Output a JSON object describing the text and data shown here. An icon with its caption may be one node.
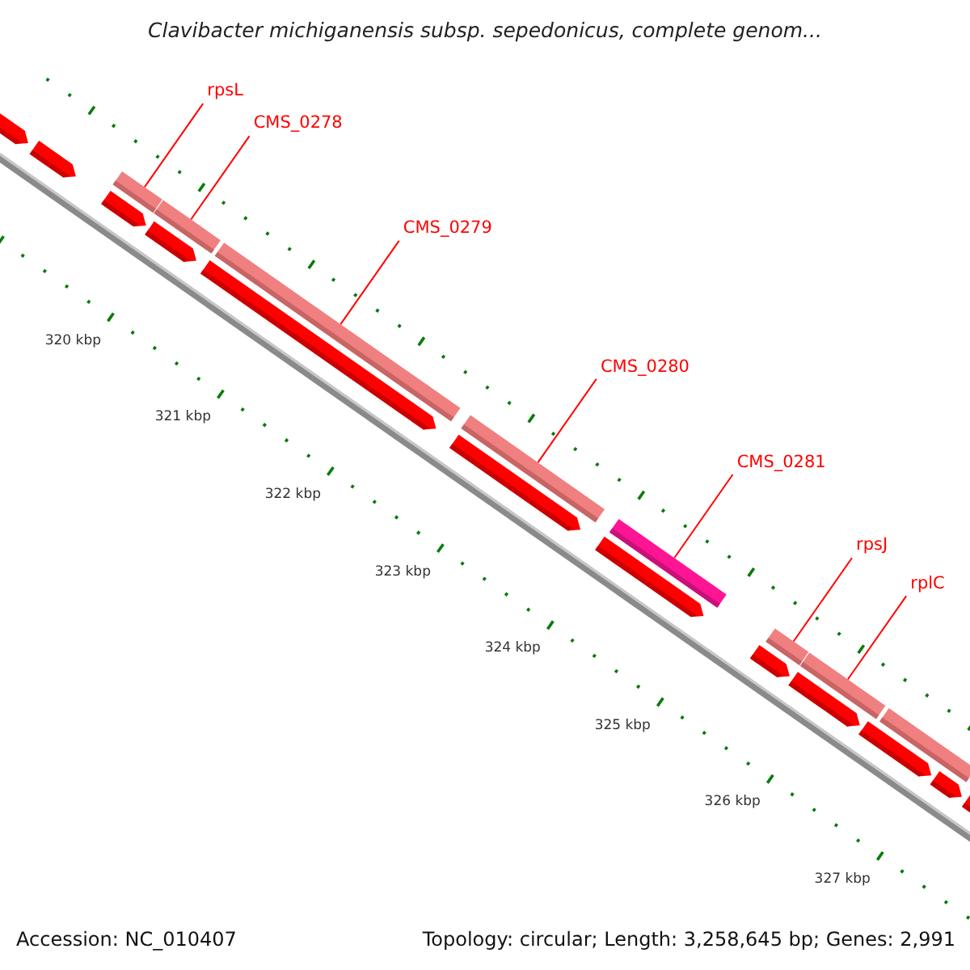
{
  "diagram": {
    "title": "Clavibacter michiganensis subsp. sepedonicus, complete genom...",
    "nodes": [
      {
        "text": [
          "rpsL"
        ]
      },
      {
        "text": [
          "CMS_0278"
        ]
      },
      {
        "text": [
          "CMS_0279"
        ]
      },
      {
        "text": [
          "CMS_0280"
        ]
      },
      {
        "text": [
          "CMS_0281"
        ]
      },
      {
        "text": [
          "rpsJ"
        ]
      },
      {
        "text": [
          "rplC"
        ]
      },
      {
        "text": [],
        "shape": "bar"
      },
      {
        "text": [],
        "shape": "bar"
      },
      {
        "text": [],
        "shape": "bar"
      },
      {
        "text": [],
        "shape": "bar"
      },
      {
        "text": [],
        "shape": "bar"
      },
      {
        "text": [],
        "shape": "bar"
      },
      {
        "text": [],
        "shape": "bar"
      },
      {
        "text": [],
        "shape": "bar"
      },
      {
        "text": [],
        "shape": "pentagon"
      },
      {
        "text": [],
        "shape": "pentagon"
      },
      {
        "text": [],
        "shape": "pentagon"
      },
      {
        "text": [],
        "shape": "pentagon"
      },
      {
        "text": [],
        "shape": "pentagon"
      },
      {
        "text": [],
        "shape": "pentagon"
      },
      {
        "text": [],
        "shape": "pentagon"
      },
      {
        "text": [],
        "shape": "pentagon"
      },
      {
        "text": [],
        "shape": "pentagon"
      },
      {
        "text": [],
        "shape": "pentagon"
      },
      {
        "text": [],
        "shape": "pentagon"
      },
      {
        "text": [],
        "shape": "pentagon"
      }
    ],
    "edges": [
      {
        "from": 0,
        "to": 7,
        "arrow": "none"
      },
      {
        "from": 1,
        "to": 8,
        "arrow": "none"
      },
      {
        "from": 2,
        "to": 9,
        "arrow": "none"
      },
      {
        "from": 3,
        "to": 10,
        "arrow": "none"
      },
      {
        "from": 4,
        "to": 11,
        "arrow": "none"
      },
      {
        "from": 5,
        "to": 12,
        "arrow": "none"
      },
      {
        "from": 6,
        "to": 13,
        "arrow": "none"
      }
    ],
    "labels": [
      "320 kbp",
      "321 kbp",
      "322 kbp",
      "323 kbp",
      "324 kbp",
      "325 kbp",
      "326 kbp",
      "327 kbp",
      "Accession: NC_010407",
      "Topology: circular; Length: 3,258,645 bp; Genes: 2,991"
    ]
  }
}
